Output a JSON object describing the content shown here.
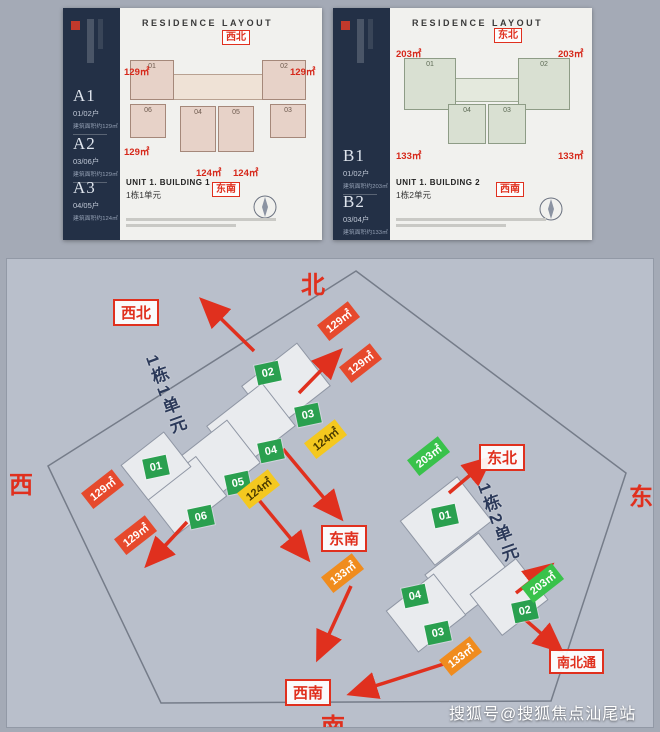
{
  "cards": [
    {
      "title": "RESIDENCE LAYOUT",
      "dir_top": "西北",
      "dir_bottom": "东南",
      "unit_en": "UNIT 1. BUILDING 1",
      "unit_cn": "1栋1单元",
      "sidebar": [
        {
          "code": "A1",
          "units": "01/02户",
          "area": "建筑面积约129㎡"
        },
        {
          "code": "A2",
          "units": "03/06户",
          "area": "建筑面积约129㎡"
        },
        {
          "code": "A3",
          "units": "04/05户",
          "area": "建筑面积约124㎡"
        }
      ],
      "areas": {
        "top_left": "129㎡",
        "top_right": "129㎡",
        "mid_left": "129㎡",
        "bottom_a": "124㎡",
        "bottom_b": "124㎡"
      },
      "plan_units": [
        "01",
        "02",
        "03",
        "04",
        "05",
        "06"
      ]
    },
    {
      "title": "RESIDENCE LAYOUT",
      "dir_top": "东北",
      "dir_bottom": "西南",
      "unit_en": "UNIT 1. BUILDING 2",
      "unit_cn": "1栋2单元",
      "sidebar": [
        {
          "code": "B1",
          "units": "01/02户",
          "area": "建筑面积约203㎡"
        },
        {
          "code": "B2",
          "units": "03/04户",
          "area": "建筑面积约133㎡"
        }
      ],
      "areas": {
        "top_left": "203㎡",
        "top_right": "203㎡",
        "mid_left": "133㎡",
        "mid_right": "133㎡"
      },
      "plan_units": [
        "01",
        "02",
        "03",
        "04"
      ]
    }
  ],
  "siteplan": {
    "compass": {
      "north": "北",
      "south": "南",
      "east": "东",
      "west": "西"
    },
    "dir_labels": {
      "nw": "西北",
      "ne": "东北",
      "se": "东南",
      "sw": "西南",
      "ns_through": "南北通"
    },
    "b1": {
      "name": "1栋1单元",
      "units": [
        "01",
        "02",
        "03",
        "04",
        "05",
        "06"
      ],
      "areas_129": [
        "129㎡",
        "129㎡",
        "129㎡",
        "129㎡"
      ],
      "areas_124": [
        "124㎡",
        "124㎡"
      ]
    },
    "b2": {
      "name": "1栋2单元",
      "units": [
        "01",
        "02",
        "03",
        "04"
      ],
      "areas_203": [
        "203㎡",
        "203㎡"
      ],
      "areas_133": [
        "133㎡",
        "133㎡"
      ]
    }
  },
  "watermark": "搜狐号@搜狐焦点汕尾站",
  "colors": {
    "accent_red": "#e0301e",
    "badge_green": "#2aa04f",
    "badge_yellow": "#f4c81f",
    "badge_orange": "#f08c1e",
    "badge_bright_green": "#39c24b",
    "navy": "#233046"
  }
}
